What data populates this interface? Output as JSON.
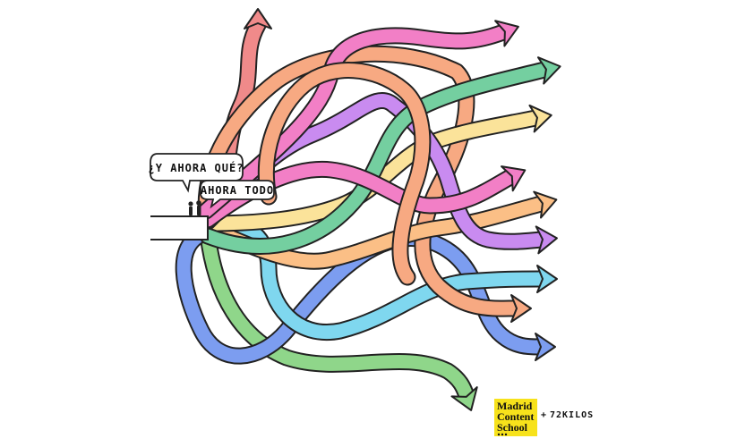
{
  "speech": {
    "question": "¿Y AHORA QUÉ?",
    "answer": "AHORA TODO"
  },
  "logo": {
    "line1": "Madrid",
    "line2": "Content",
    "line3": "School",
    "brand_color": "#f7e21b"
  },
  "partner": {
    "joiner": "+",
    "name": "72KILOS"
  },
  "colors": {
    "red": "#f08a8a",
    "pink": "#f27fc6",
    "orange": "#f7a982",
    "purple": "#c98bf0",
    "green": "#74cfa0",
    "yellow": "#fbe39a",
    "blue": "#7c9df0",
    "cyan": "#7fd7ef",
    "lime": "#8fd68a",
    "apricot": "#fbbf86"
  }
}
